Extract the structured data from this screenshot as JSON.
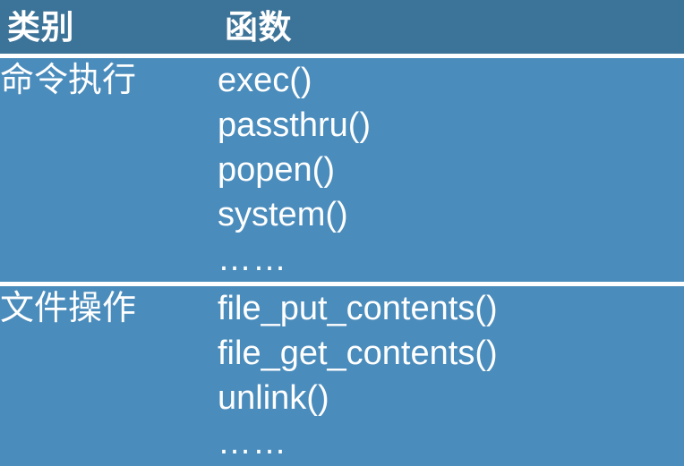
{
  "table": {
    "headers": [
      "类别",
      "函数"
    ],
    "rows": [
      {
        "category": "命令执行",
        "functions": [
          "exec()",
          "passthru()",
          "popen()",
          "system()",
          "……"
        ]
      },
      {
        "category": "文件操作",
        "functions": [
          "file_put_contents()",
          "file_get_contents()",
          "unlink()",
          "……"
        ]
      }
    ]
  },
  "colors": {
    "header_background": "#3c7398",
    "body_background": "#4a8cbc",
    "gridline": "#ffffff",
    "text": "#ffffff"
  }
}
